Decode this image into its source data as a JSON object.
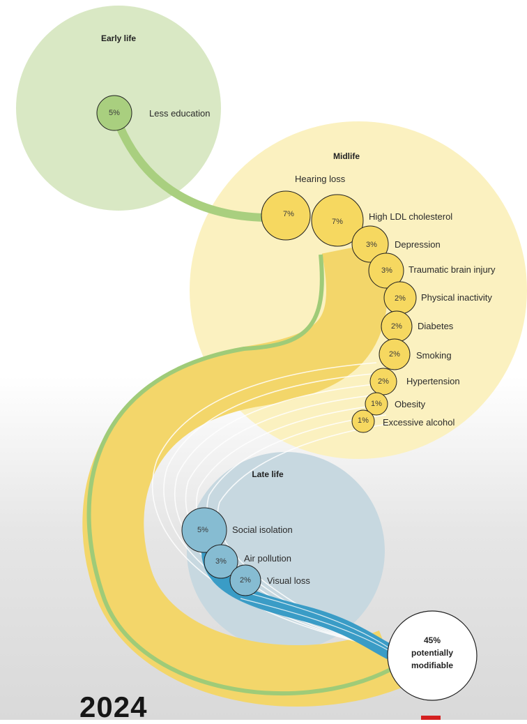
{
  "stages": {
    "early": "Early life",
    "mid": "Midlife",
    "late": "Late life"
  },
  "factors": {
    "less_education": {
      "pct": "5%",
      "label": "Less education",
      "value": 5
    },
    "hearing_loss": {
      "pct": "7%",
      "label": "Hearing loss",
      "value": 7
    },
    "high_ldl": {
      "pct": "7%",
      "label": "High LDL cholesterol",
      "value": 7
    },
    "depression": {
      "pct": "3%",
      "label": "Depression",
      "value": 3
    },
    "tbi": {
      "pct": "3%",
      "label": "Traumatic brain injury",
      "value": 3
    },
    "inactivity": {
      "pct": "2%",
      "label": "Physical inactivity",
      "value": 2
    },
    "diabetes": {
      "pct": "2%",
      "label": "Diabetes",
      "value": 2
    },
    "smoking": {
      "pct": "2%",
      "label": "Smoking",
      "value": 2
    },
    "hypertension": {
      "pct": "2%",
      "label": "Hypertension",
      "value": 2
    },
    "obesity": {
      "pct": "1%",
      "label": "Obesity",
      "value": 1
    },
    "alcohol": {
      "pct": "1%",
      "label": "Excessive alcohol",
      "value": 1
    },
    "social_isolation": {
      "pct": "5%",
      "label": "Social isolation",
      "value": 5
    },
    "air_pollution": {
      "pct": "3%",
      "label": "Air pollution",
      "value": 3
    },
    "visual_loss": {
      "pct": "2%",
      "label": "Visual loss",
      "value": 2
    }
  },
  "outcome": {
    "line1": "45%",
    "line2": "potentially",
    "line3": "modifiable",
    "value": 45
  },
  "caption": {
    "year": "2024"
  },
  "colors": {
    "early_bg": "#d9e8c4",
    "early_fill": "#a9cf7f",
    "mid_bg": "#fbf1c0",
    "mid_fill": "#f6d860",
    "late_bg": "#c7d8e0",
    "late_fill": "#86bcd2",
    "green_band": "#a9cf7f",
    "yellow_band": "#f3d66a",
    "blue_band": "#3a9cc6"
  }
}
